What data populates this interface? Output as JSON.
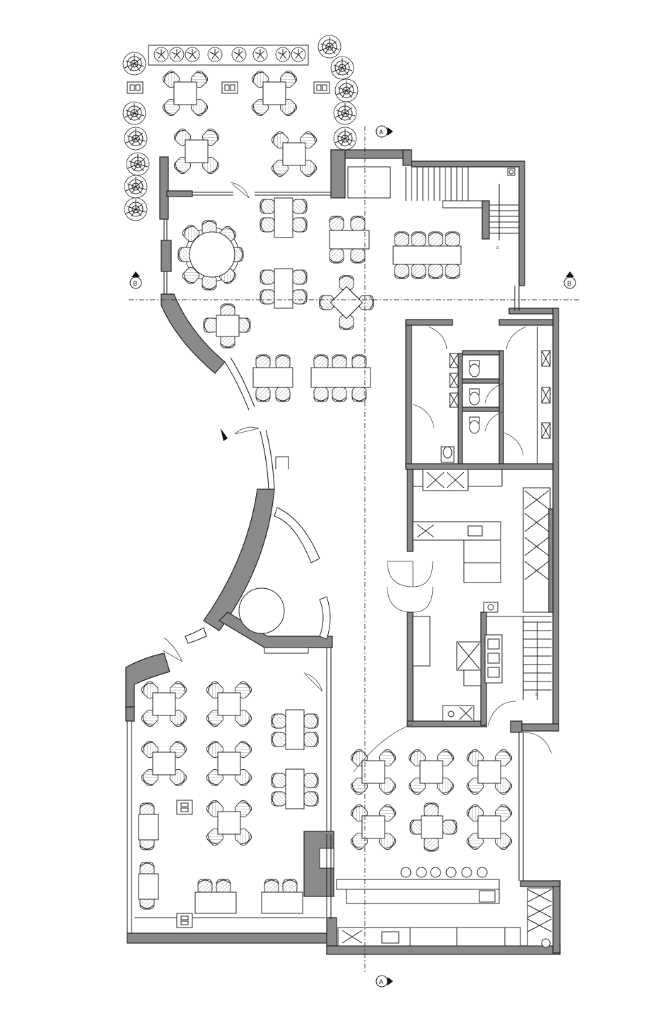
{
  "section_markers": {
    "a_label": "A",
    "b_label": "B"
  },
  "stair_labels": {
    "up": "S"
  }
}
